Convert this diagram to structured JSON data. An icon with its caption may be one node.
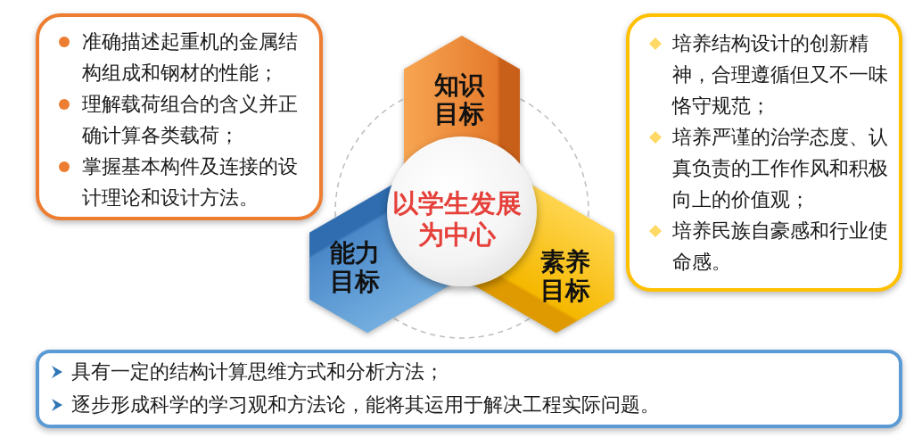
{
  "diagram": {
    "nodes": [
      {
        "text": [
          "准确描述起重机的金属结构组成和钢材的性能；",
          "理解载荷组合的含义并正确计算各类载荷；",
          "掌握基本构件及连接的设计理论和设计方法。"
        ]
      },
      {
        "text": [
          "知识目标"
        ]
      },
      {
        "text": [
          "培养结构设计的创新精神，合理遵循但又不一味恪守规范；",
          "培养严谨的治学态度、认真负责的工作作风和积极向上的价值观；",
          "培养民族自豪感和行业使命感。"
        ]
      },
      {
        "text": [
          "以学生发展为中心"
        ]
      },
      {
        "text": [
          "能力目标"
        ]
      },
      {
        "text": [
          "素养目标"
        ]
      },
      {
        "text": [
          "具有一定的结构计算思维方式和分析方法；",
          "逐步形成科学的学习观和方法论，能将其运用于解决工程实际问题。"
        ]
      }
    ]
  }
}
